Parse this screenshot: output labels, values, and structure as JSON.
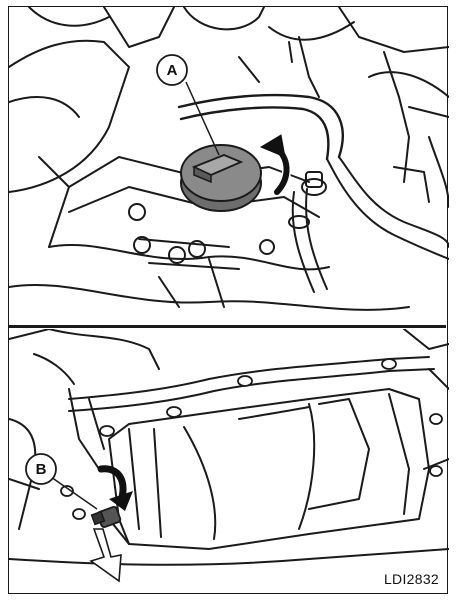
{
  "figure": {
    "callout_a": "A",
    "callout_b": "B",
    "reference_code": "LDI2832"
  }
}
